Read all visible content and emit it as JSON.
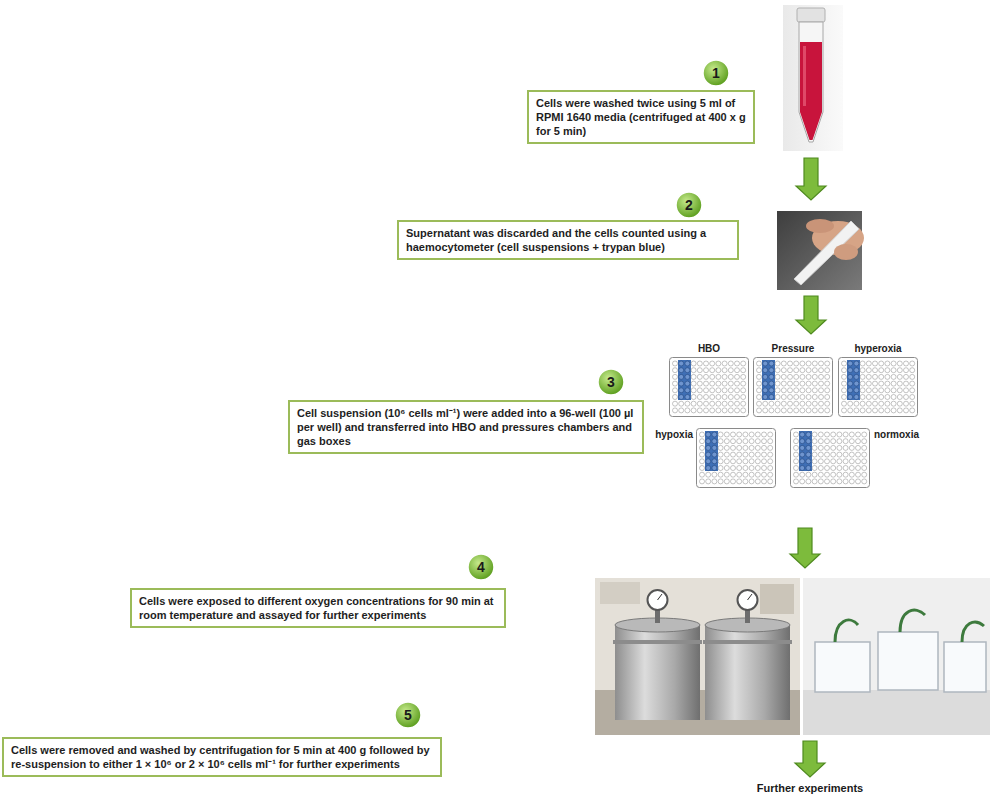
{
  "diagram": {
    "nodes": [
      {
        "text": [
          "Cells were washed twice using 5 ml of RPMI 1640 media (centrifuged at 400 x g for 5 min)"
        ]
      },
      {
        "text": [
          "Supernatant was discarded and the cells counted using a haemocytometer (cell suspensions + trypan blue)"
        ]
      },
      {
        "text": [
          "Cell suspension (10⁶ cells ml⁻¹) were added into a 96-well (100 µl per well) and transferred into HBO and pressures chambers and gas boxes"
        ]
      },
      {
        "text": [
          "HBO"
        ]
      },
      {
        "text": [
          "Pressure"
        ]
      },
      {
        "text": [
          "hyperoxia"
        ]
      },
      {
        "text": [
          "hypoxia"
        ]
      },
      {
        "text": [
          "normoxia"
        ]
      },
      {
        "text": [
          "Cells were exposed to different oxygen concentrations for 90 min at room temperature and assayed for further experiments"
        ]
      },
      {
        "text": [
          "Cells were removed and washed by centrifugation for 5 min at 400 g followed by re-suspension to either 1 × 10⁶ or 2 × 10⁶ cells ml⁻¹ for further experiments"
        ]
      }
    ],
    "labels": [
      "1",
      "2",
      "3",
      "4",
      "5",
      "Further experiments"
    ]
  }
}
